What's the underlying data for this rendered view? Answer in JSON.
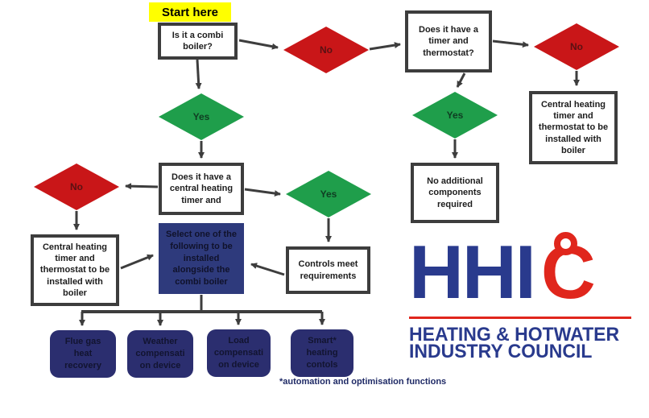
{
  "flow": {
    "start_label": "Start here",
    "q_combi": "Is it a combi\nboiler?",
    "q_timer": "Does it have a\ntimer and\nthermostat?",
    "q_central_timer": "Does it have a\ncentral heating\ntimer and",
    "no_label": "No",
    "yes_label": "Yes",
    "box_central_install": "Central heating\ntimer and\nthermostat to be\ninstalled with\nboiler",
    "box_no_additional": "No additional\ncomponents\nrequired",
    "box_select": "Select one of the\nfollowing to be\ninstalled\nalongside the\ncombi boiler",
    "box_controls": "Controls meet\nrequirements",
    "options": [
      "Flue gas\nheat\nrecovery",
      "Weather\ncompensati\non device",
      "Load\ncompensati\non device",
      "Smart*\nheating\ncontols"
    ],
    "footnote": "*automation and optimisation functions"
  },
  "logo": {
    "hhi": "HHI",
    "c": "C",
    "line1": "HEATING & HOTWATER",
    "line2": "INDUSTRY COUNCIL"
  },
  "colors": {
    "highlight_yellow": "#ffff00",
    "diamond_red": "#c91618",
    "diamond_green": "#1f9e4b",
    "select_navy": "#2e3a7c",
    "option_navy": "#2b2e6f",
    "outline_dark": "#3d3d3d",
    "logo_blue": "#293a8d",
    "logo_red": "#e0261c"
  }
}
